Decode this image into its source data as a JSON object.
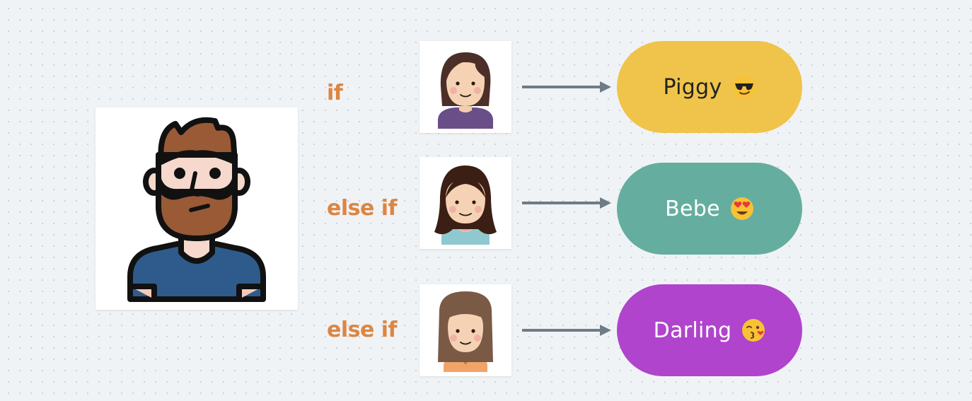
{
  "colors": {
    "background": "#f0f3f6",
    "condition_text": "#dc8642",
    "arrow": "#6e7c88"
  },
  "main_avatar": {
    "icon": "bearded-man-avatar-icon"
  },
  "rules": [
    {
      "condition": "if",
      "avatar_icon": "woman-brown-hair-purple-top-icon",
      "result": "Piggy",
      "result_emoji": "sunglasses-face-icon",
      "pill_color": "#f0c44a",
      "text_color": "#222222"
    },
    {
      "condition": "else if",
      "avatar_icon": "woman-dark-hair-teal-top-icon",
      "result": "Bebe",
      "result_emoji": "heart-eyes-face-icon",
      "pill_color": "#65ae9f",
      "text_color": "#ffffff"
    },
    {
      "condition": "else if",
      "avatar_icon": "woman-straight-hair-orange-top-icon",
      "result": "Darling",
      "result_emoji": "kissing-face-icon",
      "pill_color": "#b044cd",
      "text_color": "#ffffff"
    }
  ]
}
